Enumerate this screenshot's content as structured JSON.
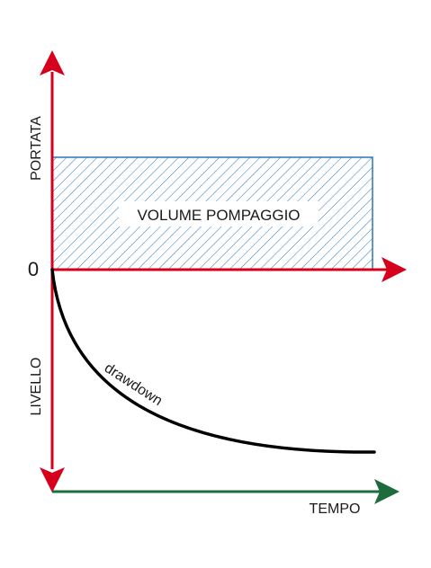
{
  "diagram": {
    "axis_labels": {
      "portata": "PORTATA",
      "livello": "LIVELLO",
      "tempo": "TEMPO",
      "zero": "0"
    },
    "labels": {
      "volume": "VOLUME POMPAGGIO",
      "drawdown": "drawdown"
    },
    "colors": {
      "vertical_axis": "#d6001c",
      "flow_axis": "#d6001c",
      "time_axis": "#1e6b3c",
      "volume_box": "#2e75b6",
      "hatch": "#2e75b6",
      "drawdown_curve": "#000000",
      "text": "#1a1a1a"
    }
  }
}
